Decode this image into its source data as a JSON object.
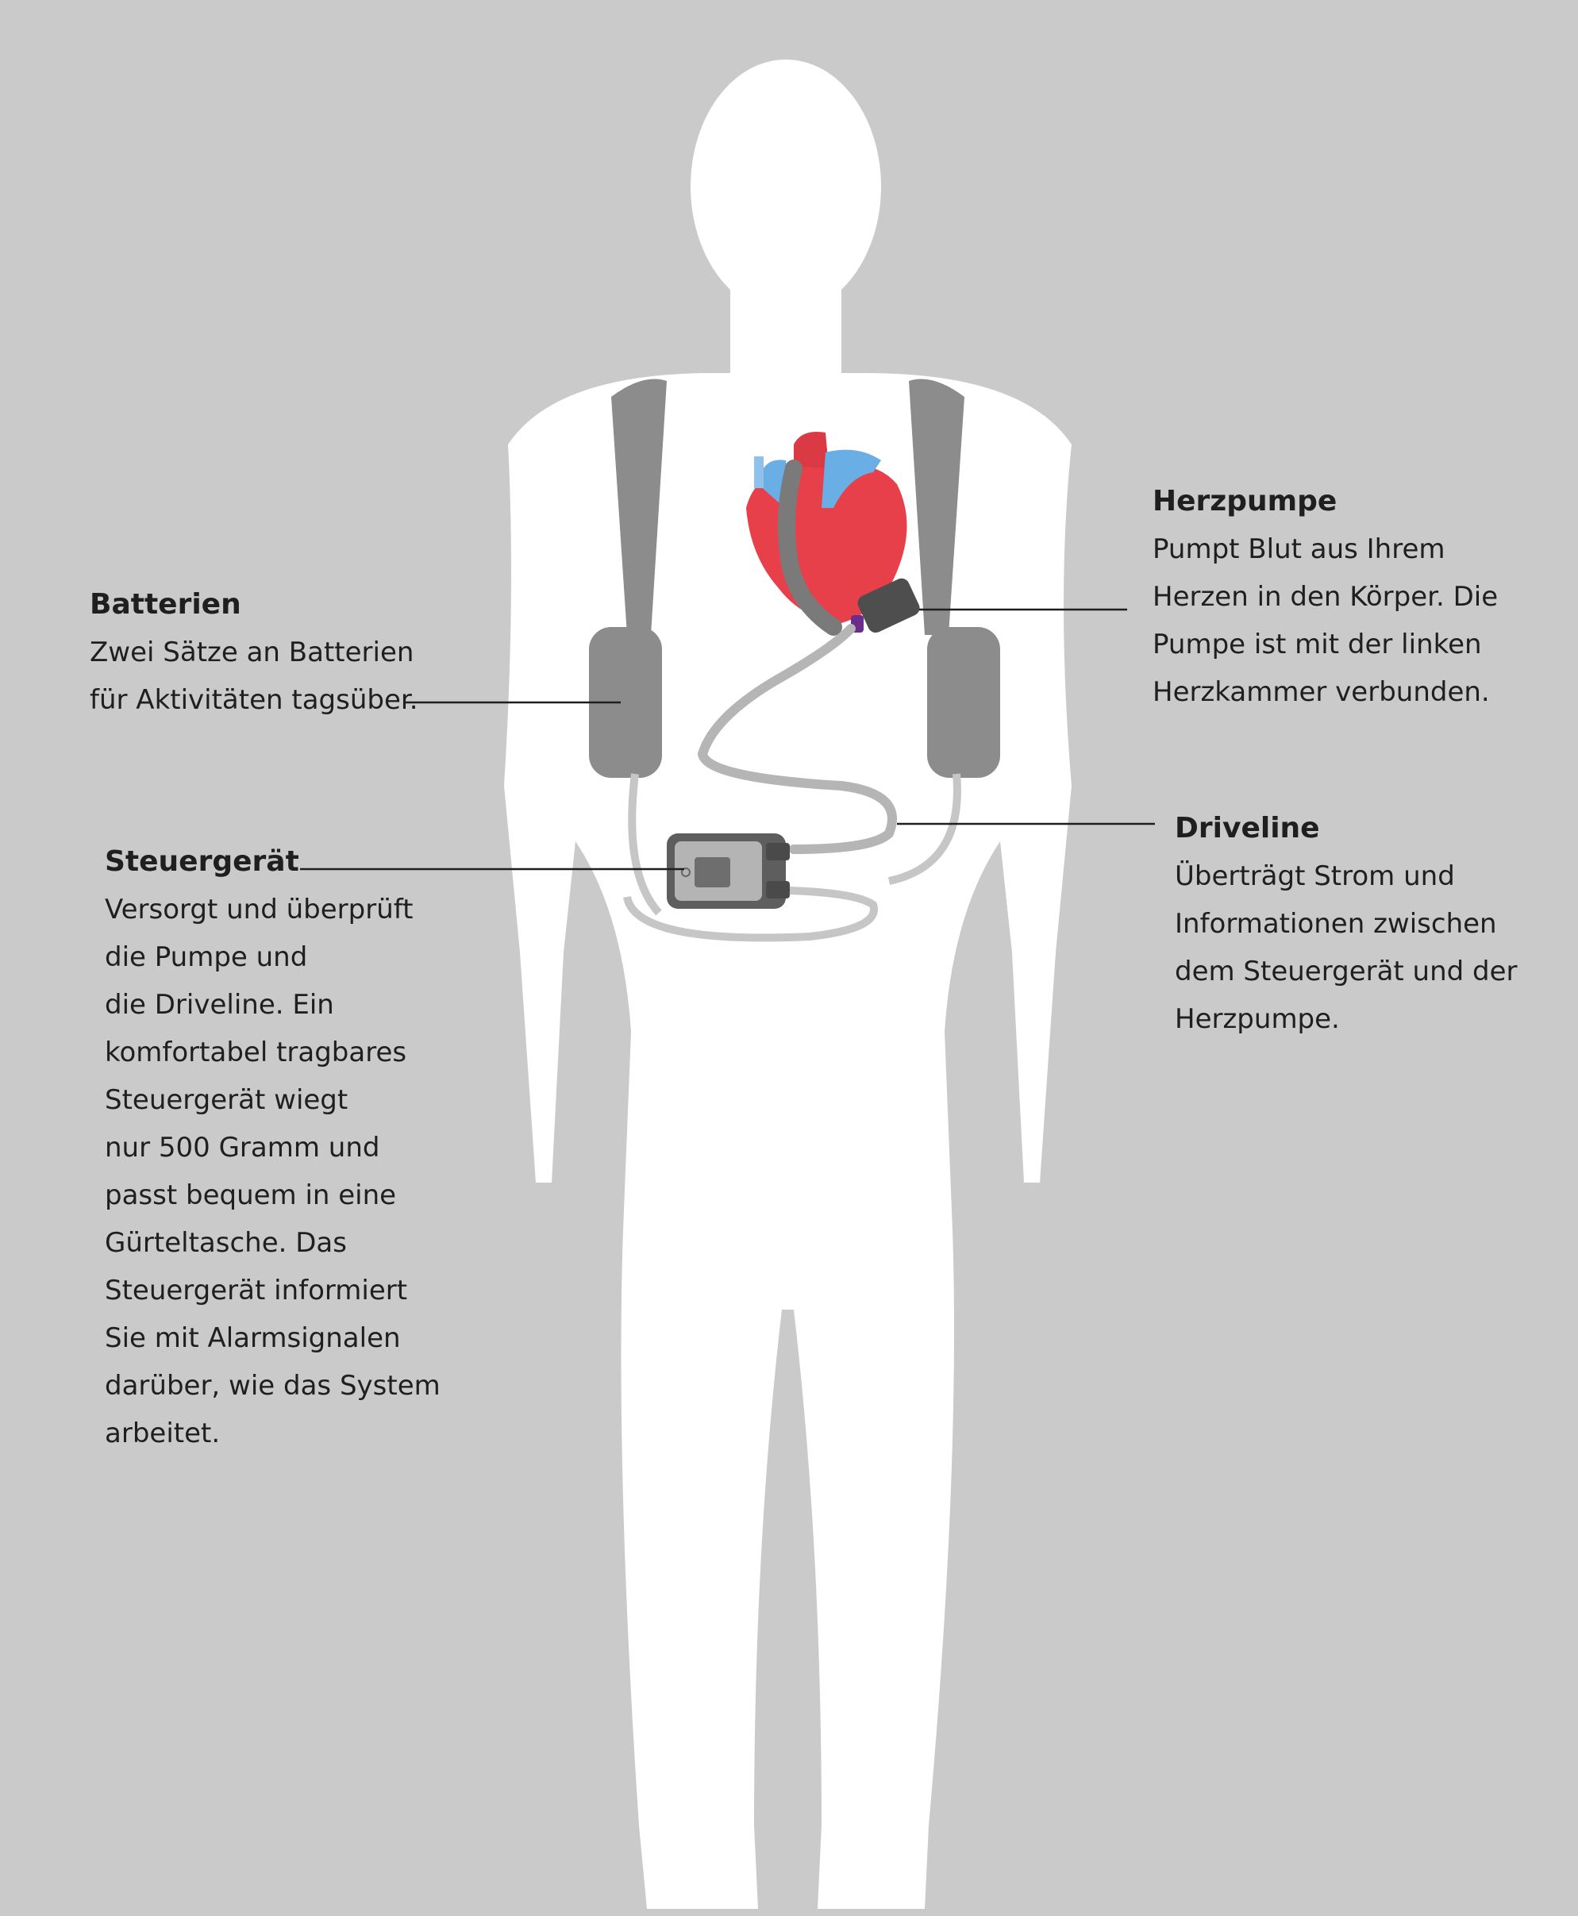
{
  "colors": {
    "background": "#cacaca",
    "body": "#ffffff",
    "strap": "#8c8c8c",
    "heart": "#e8404a",
    "vessels": "#6aaee6",
    "cable": "#b5b5b5",
    "controller": "#5e5e5e",
    "pump_ring": "#6a2d8a"
  },
  "callouts": {
    "herzpumpe": {
      "title": "Herzpumpe",
      "body": "Pumpt Blut aus Ihrem\nHerzen in den Körper. Die\nPumpe ist mit der  linken\nHerzkammer verbunden."
    },
    "batterien": {
      "title": "Batterien",
      "body": "Zwei Sätze an Batterien\nfür Aktivitäten tagsüber."
    },
    "steuergeraet": {
      "title": "Steuergerät",
      "body": "Versorgt und überprüft\ndie Pumpe und\ndie Driveline. Ein\nkomfortabel tragbares\nSteuergerät wiegt\nnur 500 Gramm und\npasst bequem in eine\nGürteltasche. Das\nSteuergerät informiert\nSie mit Alarmsignalen\ndarüber, wie das System\narbeitet."
    },
    "driveline": {
      "title": "Driveline",
      "body": "Überträgt Strom und\nInformationen zwischen\ndem Steuergerät und der\nHerzpumpe."
    }
  },
  "icons": {
    "figure": "human-silhouette-icon",
    "heart": "heart-icon",
    "pump": "heart-pump-icon",
    "controller": "controller-device-icon",
    "batteries": "battery-pack-icon"
  }
}
